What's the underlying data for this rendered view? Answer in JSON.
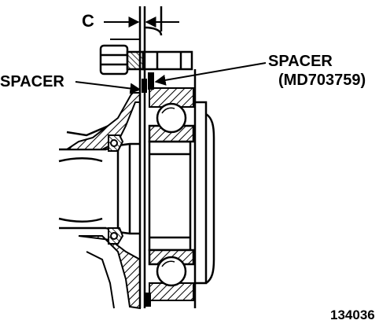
{
  "labels": {
    "clearance": "C",
    "spacer_left": "SPACER",
    "spacer_right": "SPACER",
    "spacer_right_part": "(MD703759)",
    "figure_number": "134036"
  },
  "colors": {
    "ink": "#000000",
    "paper": "#ffffff"
  }
}
